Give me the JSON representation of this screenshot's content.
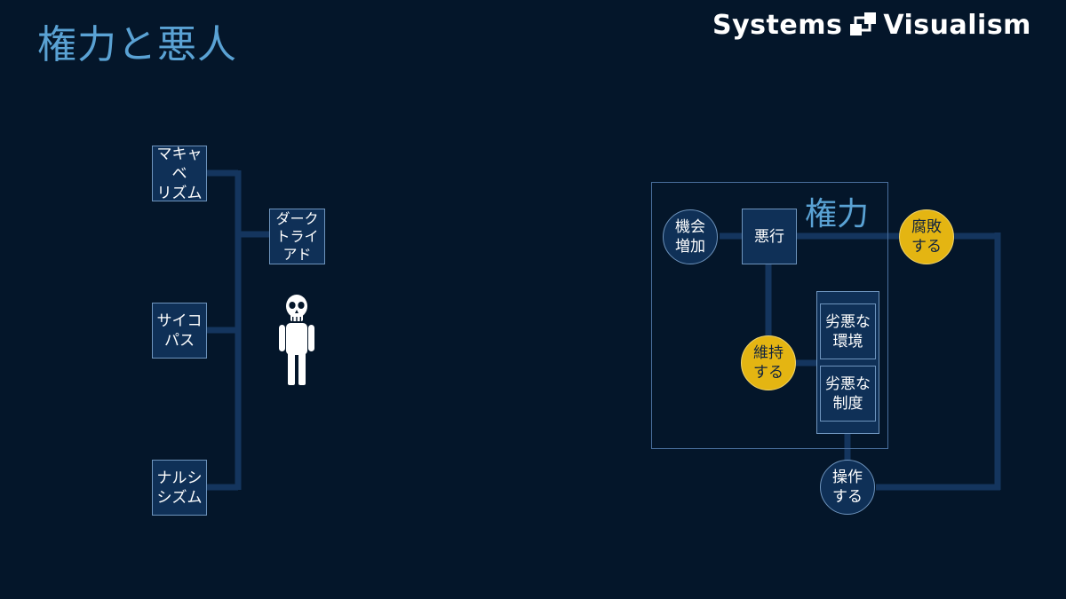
{
  "title": "権力と悪人",
  "logo": {
    "word1": "Systems",
    "word2": "Visualism"
  },
  "left_diagram": {
    "traits": [
      "マキャベ\nリズム",
      "サイコ\nパス",
      "ナルシ\nシズム"
    ],
    "result": "ダーク\nトライ\nアド",
    "figure": "skull-person-icon"
  },
  "right_diagram": {
    "frame_label": "権力",
    "nodes": {
      "opportunity": "機会\n増加",
      "bad_deed": "悪行",
      "corrupt": "腐敗\nする",
      "maintain": "維持\nする",
      "bad_env": "劣悪な\n環境",
      "bad_system": "劣悪な\n制度",
      "manipulate": "操作\nする"
    }
  },
  "colors": {
    "background": "#04162a",
    "title": "#5aa2d4",
    "connector": "#14355e",
    "box": "#0f3057",
    "gold": "#e4b512"
  }
}
